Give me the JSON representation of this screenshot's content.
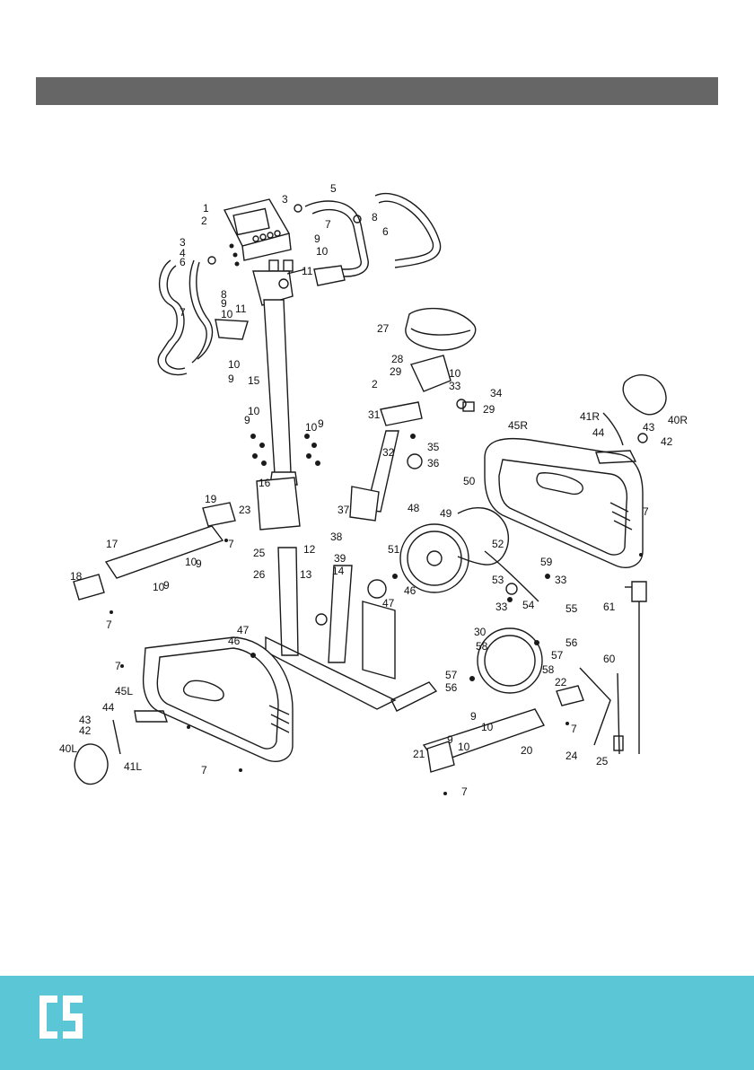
{
  "colors": {
    "title_bar": "#666666",
    "footer": "#5bc6d6",
    "logo": "#ffffff"
  },
  "logo_icon": "brand-logo-icon",
  "part_labels": [
    "1",
    "2",
    "3",
    "5",
    "6",
    "7",
    "8",
    "9",
    "10",
    "11",
    "3",
    "4",
    "6",
    "8",
    "9",
    "10",
    "11",
    "7",
    "10",
    "9",
    "15",
    "27",
    "28",
    "29",
    "10",
    "2",
    "33",
    "34",
    "31",
    "29",
    "32",
    "35",
    "36",
    "9",
    "10",
    "10",
    "9",
    "16",
    "40R",
    "41R",
    "42",
    "43",
    "44",
    "45R",
    "7",
    "50",
    "49",
    "48",
    "51",
    "52",
    "37",
    "38",
    "23",
    "19",
    "7",
    "25",
    "12",
    "39",
    "13",
    "14",
    "46",
    "47",
    "26",
    "17",
    "10",
    "9",
    "10",
    "9",
    "18",
    "7",
    "47",
    "46",
    "7",
    "45L",
    "44",
    "43",
    "42",
    "40L",
    "41L",
    "7",
    "53",
    "59",
    "33",
    "33",
    "54",
    "55",
    "61",
    "30",
    "58",
    "57",
    "56",
    "57",
    "56",
    "58",
    "60",
    "22",
    "7",
    "24",
    "25",
    "9",
    "10",
    "9",
    "10",
    "20",
    "21",
    "7"
  ]
}
